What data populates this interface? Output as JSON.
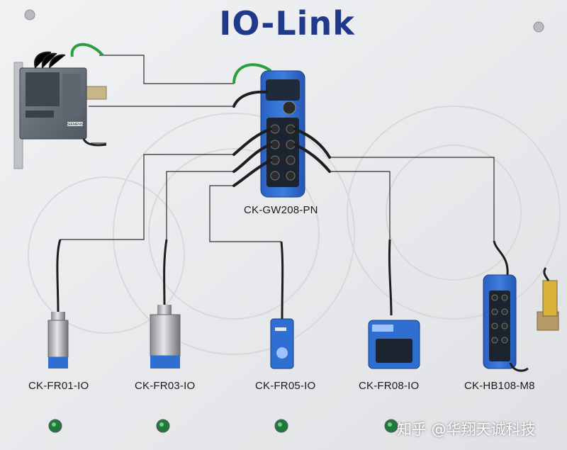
{
  "title": "IO-Link",
  "gateway": {
    "label": "CK-GW208-PN"
  },
  "devices": [
    {
      "label": "CK-FR01-IO"
    },
    {
      "label": "CK-FR03-IO"
    },
    {
      "label": "CK-FR05-IO"
    },
    {
      "label": "CK-FR08-IO"
    },
    {
      "label": "CK-HB108-M8"
    }
  ],
  "plc": {
    "brand": "SIEMENS"
  },
  "watermark": "知乎 @华翔天诚科技",
  "colors": {
    "title": "#1f3a8a",
    "device_blue": "#2f6fd1",
    "cable": "#1e1e1e",
    "ethernet_cable": "#2e9e3c",
    "plc_body": "#6e7681"
  }
}
